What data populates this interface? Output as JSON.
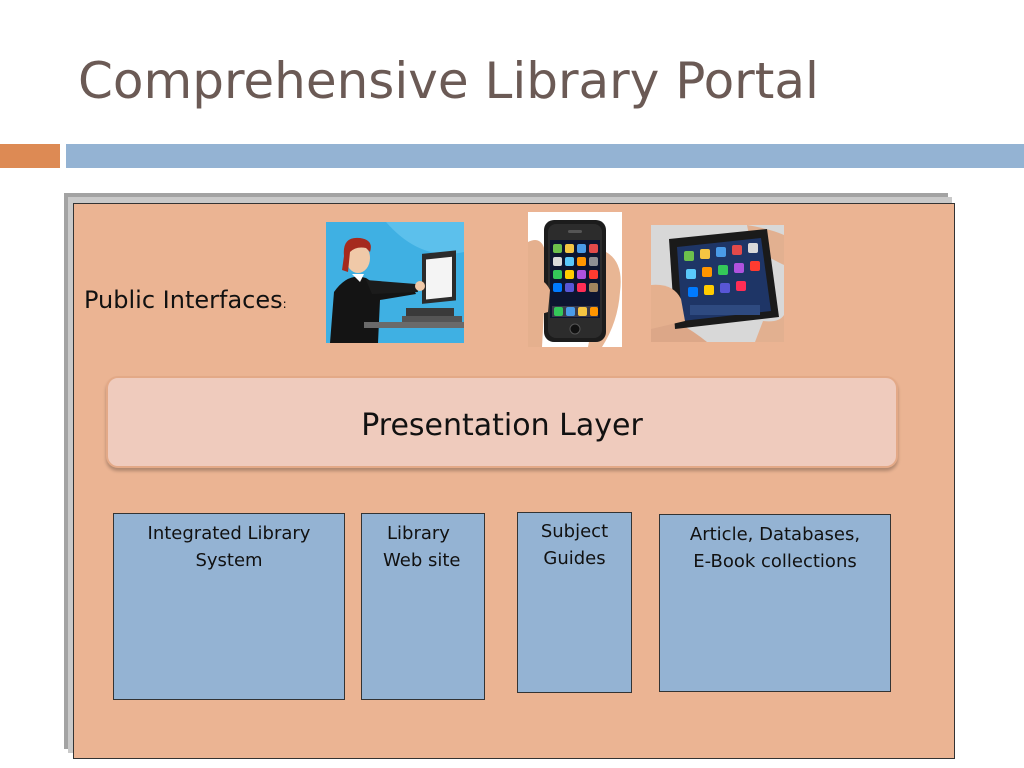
{
  "title": "Comprehensive Library Portal",
  "colors": {
    "accent_orange": "#dd8a54",
    "accent_blue": "#94b3d3",
    "panel_bg": "#ebb493",
    "presentation_bg": "#efcbbd"
  },
  "diagram": {
    "public_interfaces_label": "Public Interfaces",
    "public_interfaces_colon": ":",
    "devices": [
      "desktop-computer-user-icon",
      "smartphone-icon",
      "tablet-icon"
    ],
    "presentation_layer": "Presentation Layer",
    "systems": [
      {
        "line1": "Integrated Library",
        "line2": "System"
      },
      {
        "line1": "Library",
        "line2": "Web site"
      },
      {
        "line1": "Subject",
        "line2": "Guides"
      },
      {
        "line1": "Article, Databases,",
        "line2": "E-Book collections"
      }
    ]
  }
}
